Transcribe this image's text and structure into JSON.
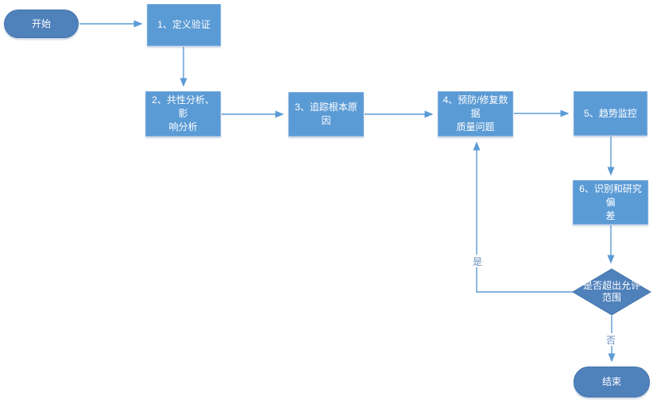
{
  "palette": {
    "background": "#ffffff",
    "process_fill": "#5b9bd5",
    "terminal_fill": "#4f81bb",
    "connector": "#5b9bd5",
    "node_text": "#ffffff",
    "edge_label_color": "#6a8cbf"
  },
  "flowchart": {
    "nodes": {
      "start": {
        "type": "terminator",
        "label": "开始"
      },
      "step1": {
        "type": "process",
        "label": "1、定义验证"
      },
      "step2": {
        "type": "process",
        "label": "2、共性分析、影\n响分析"
      },
      "step3": {
        "type": "process",
        "label": "3、追踪根本原因"
      },
      "step4": {
        "type": "process",
        "label": "4、预防/修复数据\n质量问题"
      },
      "step5": {
        "type": "process",
        "label": "5、趋势监控"
      },
      "step6": {
        "type": "process",
        "label": "6、识别和研究偏\n差"
      },
      "decision": {
        "type": "decision",
        "label": "是否超出允许\n范围"
      },
      "end": {
        "type": "terminator",
        "label": "结束"
      }
    },
    "edge_labels": {
      "yes": "是",
      "no": "否"
    }
  }
}
